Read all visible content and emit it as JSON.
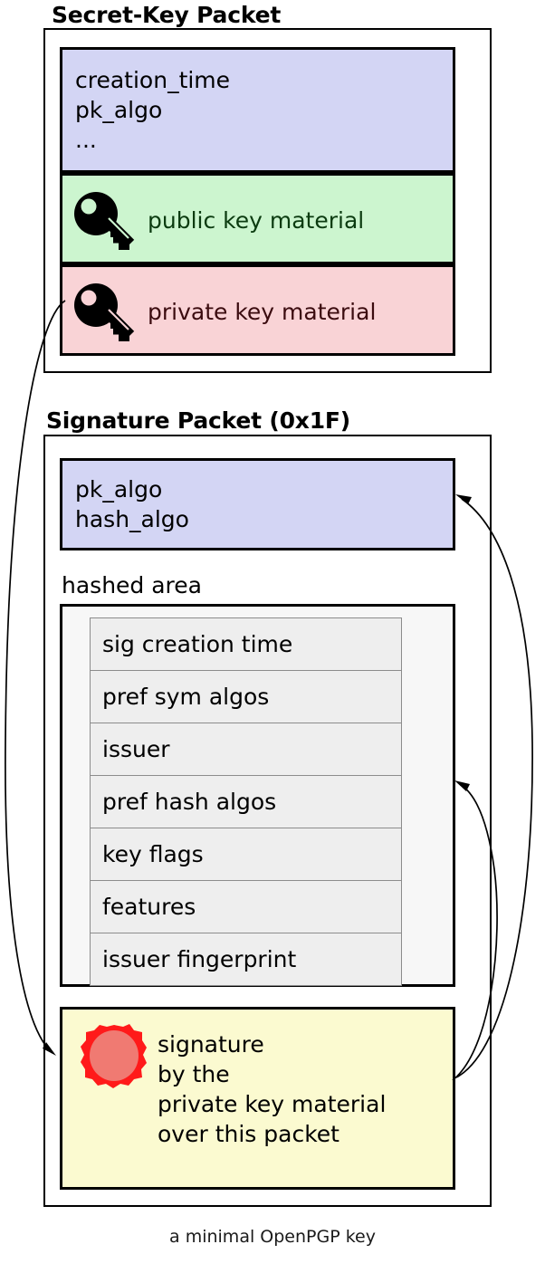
{
  "caption": "a minimal OpenPGP key",
  "colors": {
    "lavender": "#d3d5f4",
    "green": "#ccf5cf",
    "pink": "#f9d3d6",
    "yellow": "#fbfad0",
    "subpacket_gray": "#eeeeee",
    "hashed_area_bg": "#f7f7f7",
    "seal_outer": "#ff1a1a",
    "seal_inner": "#f07a72",
    "outline": "#000000"
  },
  "secret_key_packet": {
    "title": "Secret-Key Packet",
    "header_field": {
      "lines": [
        "creation_time",
        "pk_algo",
        "..."
      ],
      "line1": "creation_time",
      "line2": "pk_algo",
      "line3": "..."
    },
    "public_key_row": {
      "icon": "key-icon",
      "label": "public key material"
    },
    "private_key_row": {
      "icon": "key-icon",
      "label": "private key material"
    }
  },
  "signature_packet": {
    "title": "Signature Packet (0x1F)",
    "algo_field": {
      "line1": "pk_algo",
      "line2": "hash_algo"
    },
    "hashed_area": {
      "label": "hashed area",
      "subpackets": [
        "sig creation time",
        "pref sym algos",
        "issuer",
        "pref hash algos",
        "key flags",
        "features",
        "issuer fingerprint"
      ]
    },
    "signature_field": {
      "icon": "wax-seal-icon",
      "line1": "signature",
      "line2": "by the",
      "line3": "private key material",
      "line4": "over this packet"
    }
  },
  "arrows": [
    {
      "name": "private-key-to-signature",
      "from": "private key material",
      "to": "signature"
    },
    {
      "name": "signature-to-algo-field",
      "from": "signature",
      "to": "pk_algo / hash_algo"
    },
    {
      "name": "signature-to-hashed-area",
      "from": "signature",
      "to": "hashed area"
    }
  ]
}
